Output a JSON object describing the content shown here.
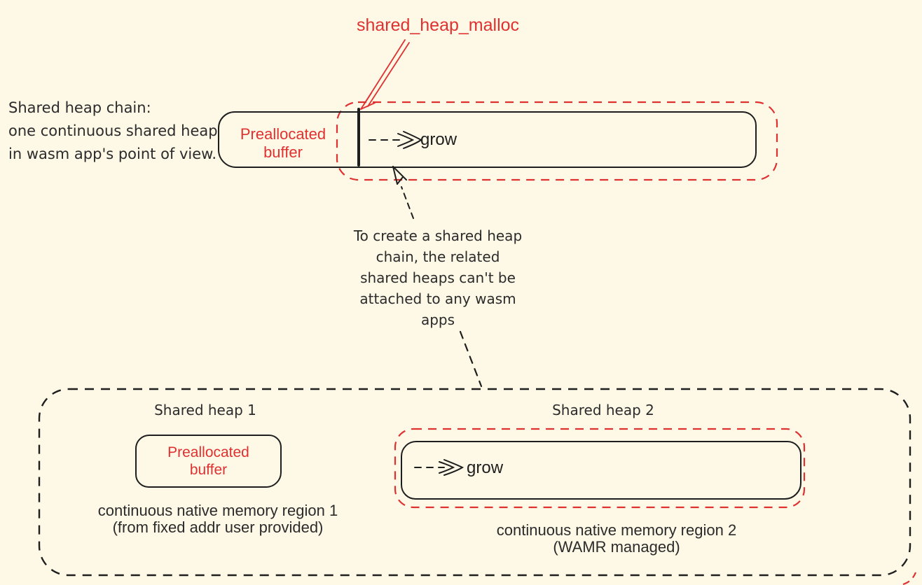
{
  "colors": {
    "background": "#FDF9E6",
    "accent_red": "#E03131",
    "ink": "#1E1E1E",
    "text": "#2B2B2B"
  },
  "top": {
    "malloc_label": "shared_heap_malloc",
    "left_note": {
      "lines": [
        "Shared heap chain:",
        "one continuous shared heap",
        "in wasm app's point of view."
      ]
    },
    "chain_box": {
      "prealloc_line1": "Preallocated",
      "prealloc_line2": "buffer",
      "grow_label": "grow"
    }
  },
  "middle_note": {
    "lines": [
      "To create a shared heap",
      "chain, the related",
      "shared heaps can't be",
      "attached to any wasm",
      "apps"
    ]
  },
  "bottom": {
    "heap1": {
      "title": "Shared heap 1",
      "box_line1": "Preallocated",
      "box_line2": "buffer",
      "caption_line1": "continuous native memory region 1",
      "caption_line2": "(from fixed addr user provided)"
    },
    "heap2": {
      "title": "Shared heap 2",
      "grow_label": "grow",
      "caption_line1": "continuous native memory region 2",
      "caption_line2": "(WAMR managed)"
    }
  }
}
